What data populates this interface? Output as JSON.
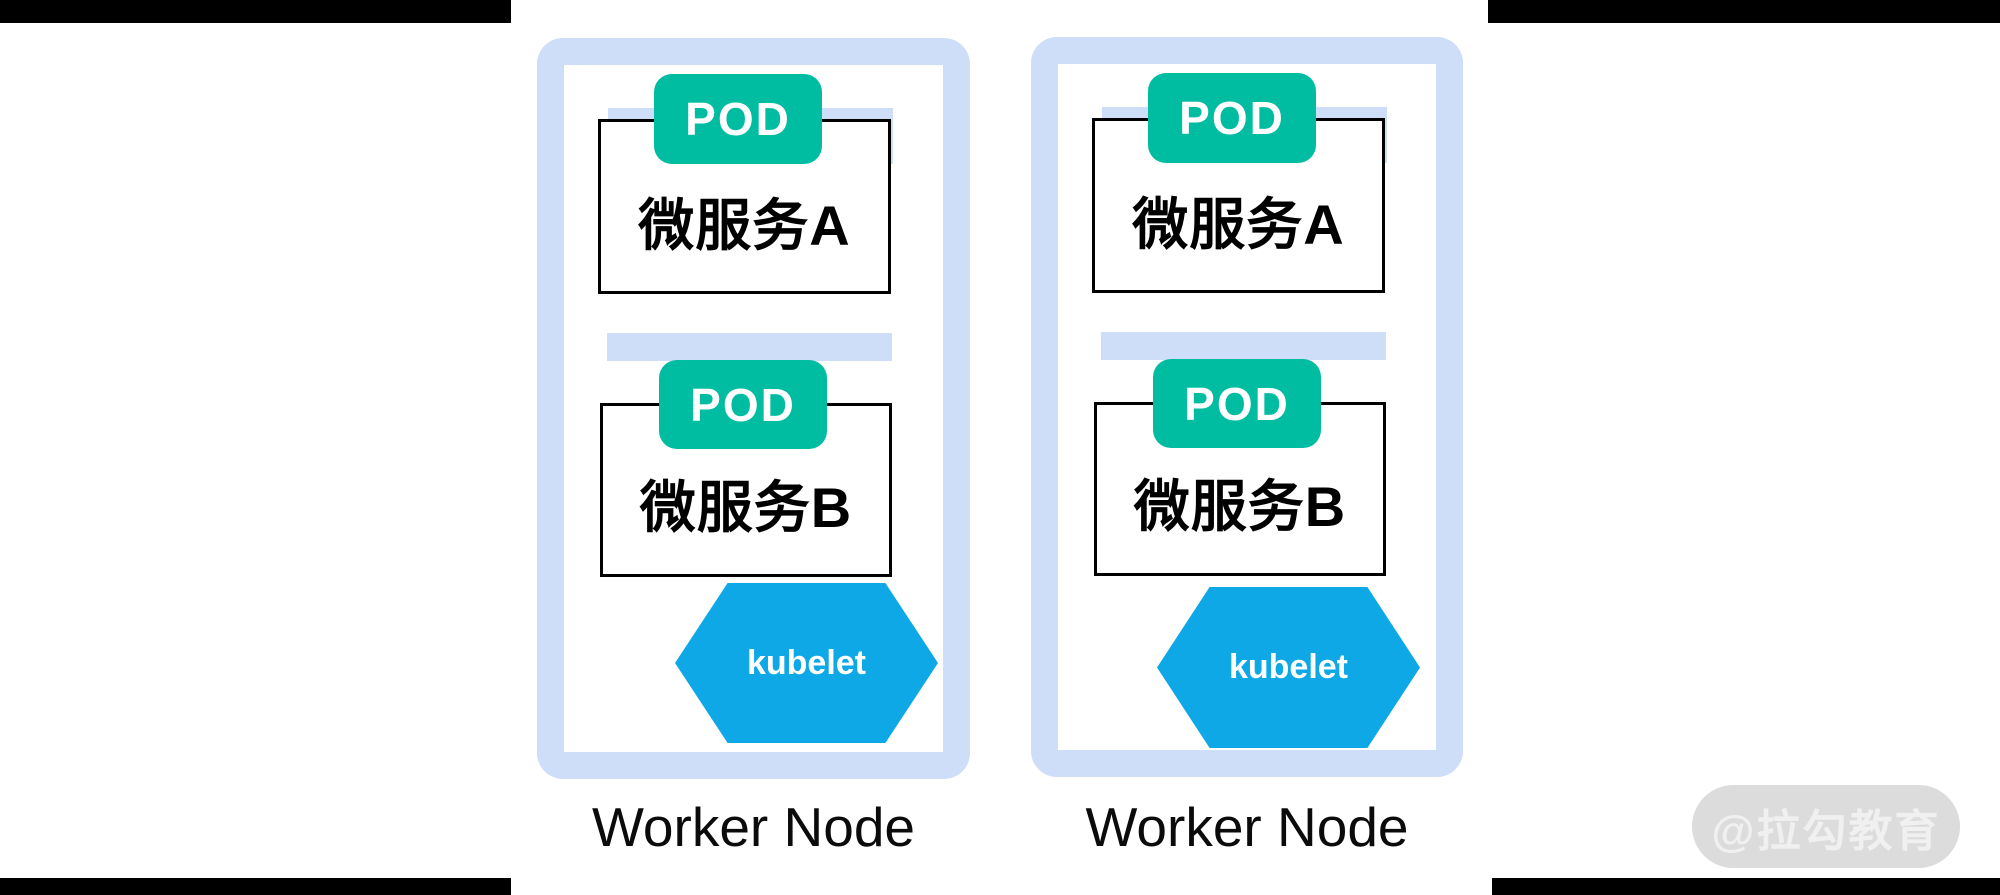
{
  "colors": {
    "node_fill": "#CEDDF8",
    "pod_badge": "#00BDA2",
    "kubelet_hexagon": "#0FA8E6",
    "box_border": "#000000",
    "letterbox": "#000000",
    "watermark_bg": "#DCDCDC",
    "watermark_text": "#F0F0F0"
  },
  "nodes": [
    {
      "label": "Worker Node",
      "pods": [
        {
          "badge": "POD",
          "service": "微服务A"
        },
        {
          "badge": "POD",
          "service": "微服务B"
        }
      ],
      "agent": "kubelet"
    },
    {
      "label": "Worker Node",
      "pods": [
        {
          "badge": "POD",
          "service": "微服务A"
        },
        {
          "badge": "POD",
          "service": "微服务B"
        }
      ],
      "agent": "kubelet"
    }
  ],
  "watermark": {
    "text": "@拉勾教育"
  }
}
